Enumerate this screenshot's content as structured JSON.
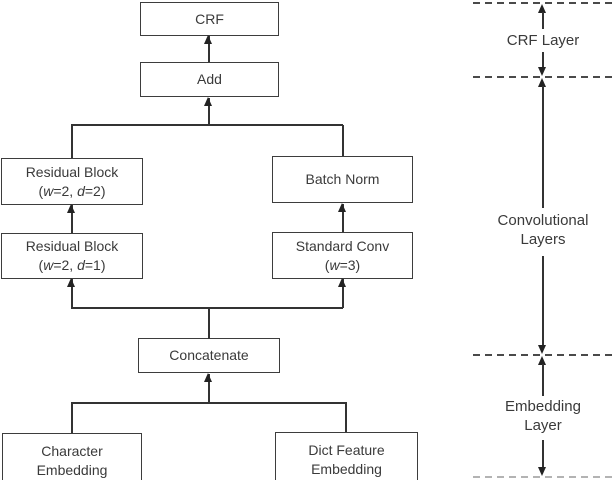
{
  "figure": {
    "nodes": {
      "crf": {
        "label": "CRF"
      },
      "add": {
        "label": "Add"
      },
      "residual_block_top": {
        "label": "Residual Block",
        "params": [
          "(",
          "w",
          "=2, ",
          "d",
          "=2)"
        ]
      },
      "residual_block_bottom": {
        "label": "Residual Block",
        "params": [
          "(",
          "w",
          "=2, ",
          "d",
          "=1)"
        ]
      },
      "batch_norm": {
        "label": "Batch Norm"
      },
      "standard_conv": {
        "label": "Standard Conv",
        "params": [
          "(",
          "w",
          "=3)"
        ]
      },
      "concatenate": {
        "label": "Concatenate"
      },
      "character_embedding": {
        "label": "Character Embedding"
      },
      "dict_feature_embedding": {
        "label": "Dict Feature Embedding"
      }
    },
    "annotations": {
      "crf_layer": {
        "label": "CRF Layer"
      },
      "convolutional_layers": {
        "label": "Convolutional Layers"
      },
      "embedding_layer": {
        "label": "Embedding Layer"
      }
    },
    "colors": {
      "line": "#333333",
      "box_border": "#3d3d3d",
      "box_fill": "#ffffff",
      "text": "#3a3a3a",
      "dashed_dark": "#4a4a4a",
      "dashed_light": "#b3b3b3"
    }
  }
}
